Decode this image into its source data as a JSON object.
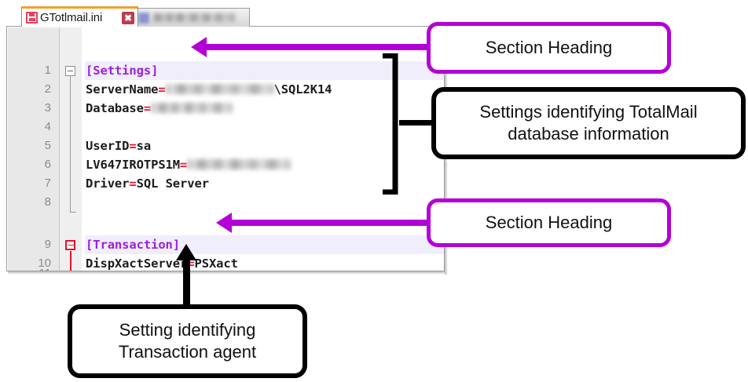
{
  "editor": {
    "tabs": [
      {
        "label": "GTotlmail.ini",
        "icon": "floppy-disk-icon",
        "close_label": "✖",
        "active": true
      },
      {
        "label": "",
        "icon": "window-icon",
        "redacted": true,
        "active": false
      }
    ],
    "lines": [
      {
        "number": "1",
        "text": "[Settings]",
        "type": "section",
        "fold": "open-gray"
      },
      {
        "number": "2",
        "key": "ServerName",
        "redacted_value": true,
        "suffix": "\\SQL2K14",
        "type": "setting"
      },
      {
        "number": "3",
        "key": "Database",
        "redacted_value": true,
        "suffix": "",
        "type": "setting"
      },
      {
        "number": "4",
        "text": "",
        "type": "blank"
      },
      {
        "number": "5",
        "key": "UserID",
        "value": "sa",
        "type": "setting"
      },
      {
        "number": "6",
        "key": "LV647IROTPS1M",
        "redacted_value": true,
        "suffix": "",
        "type": "setting"
      },
      {
        "number": "7",
        "key": "Driver",
        "value": "SQL Server",
        "type": "setting"
      },
      {
        "number": "8",
        "text": "",
        "type": "blank"
      },
      {
        "number": "9",
        "text": "[Transaction]",
        "type": "section",
        "fold": "open-red"
      },
      {
        "number": "10",
        "key": "DispXactServer",
        "value": "PSXact",
        "type": "setting"
      },
      {
        "number": "11",
        "text": "",
        "type": "clipped"
      }
    ]
  },
  "annotations": {
    "section_heading_1": "Section Heading",
    "section_heading_2": "Section Heading",
    "database_info_line1": "Settings identifying TotalMail",
    "database_info_line2": "database information",
    "transaction_line1": "Setting identifying",
    "transaction_line2": "Transaction agent"
  },
  "colors": {
    "annotation_purple": "#b400d8",
    "annotation_black": "#000000",
    "section_text": "#9a1fe0",
    "equals_sign": "#e8112d",
    "tab_active_top": "#f0a02a"
  }
}
